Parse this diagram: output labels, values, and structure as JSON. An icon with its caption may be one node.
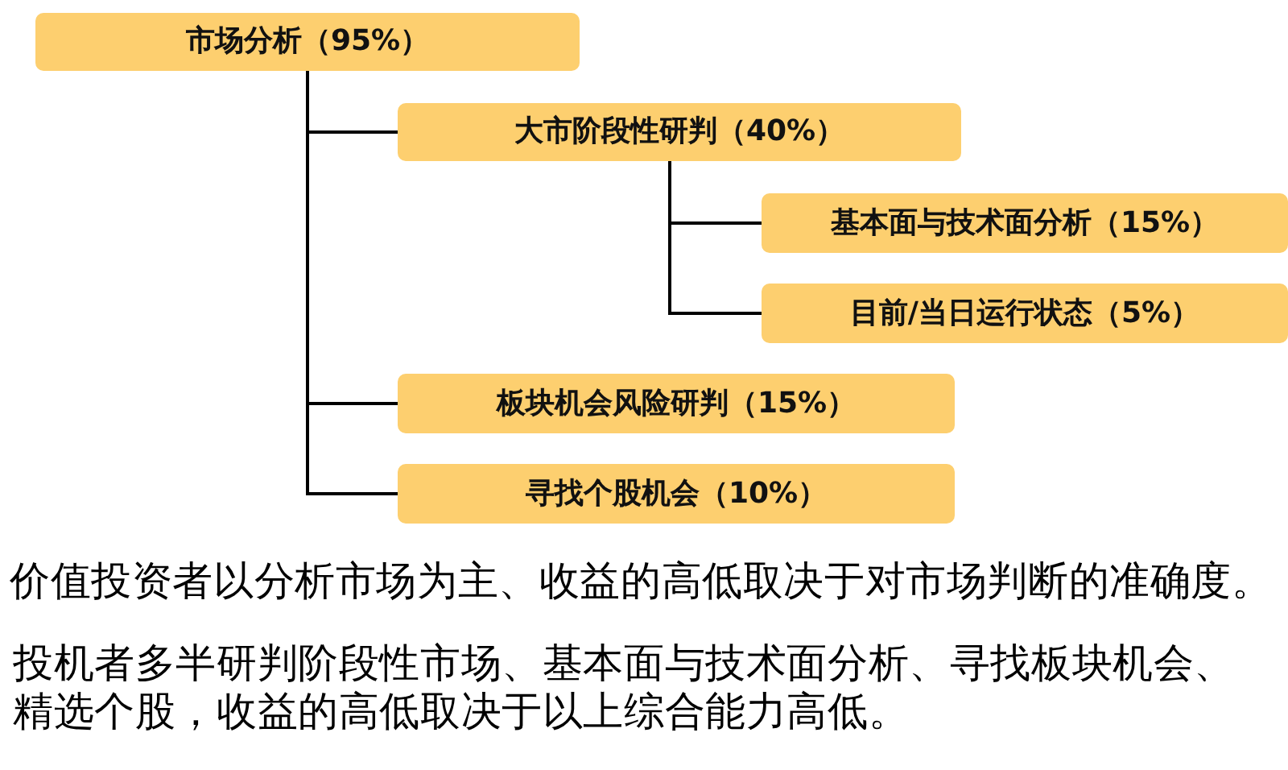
{
  "diagram": {
    "nodes": [
      {
        "text": [
          "市场分析（95%）"
        ]
      },
      {
        "text": [
          "大市阶段性研判（40%）"
        ]
      },
      {
        "text": [
          "基本面与技术面分析（15%）"
        ]
      },
      {
        "text": [
          "目前/当日运行状态（5%）"
        ]
      },
      {
        "text": [
          "板块机会风险研判（15%）"
        ]
      },
      {
        "text": [
          "寻找个股机会（10%）"
        ]
      }
    ],
    "edges": [
      {
        "from": 0,
        "to": 1,
        "arrow": "none"
      },
      {
        "from": 1,
        "to": 2,
        "arrow": "none"
      },
      {
        "from": 1,
        "to": 3,
        "arrow": "none"
      },
      {
        "from": 0,
        "to": 4,
        "arrow": "none"
      },
      {
        "from": 0,
        "to": 5,
        "arrow": "none"
      }
    ],
    "labels": [
      "价值投资者以分析市场为主、收益的高低取决于对市场判断的准确度。",
      "投机者多半研判阶段性市场、基本面与技术面分析、寻找板块机会、精选个股，收益的高低取决于以上综合能力高低。"
    ]
  }
}
